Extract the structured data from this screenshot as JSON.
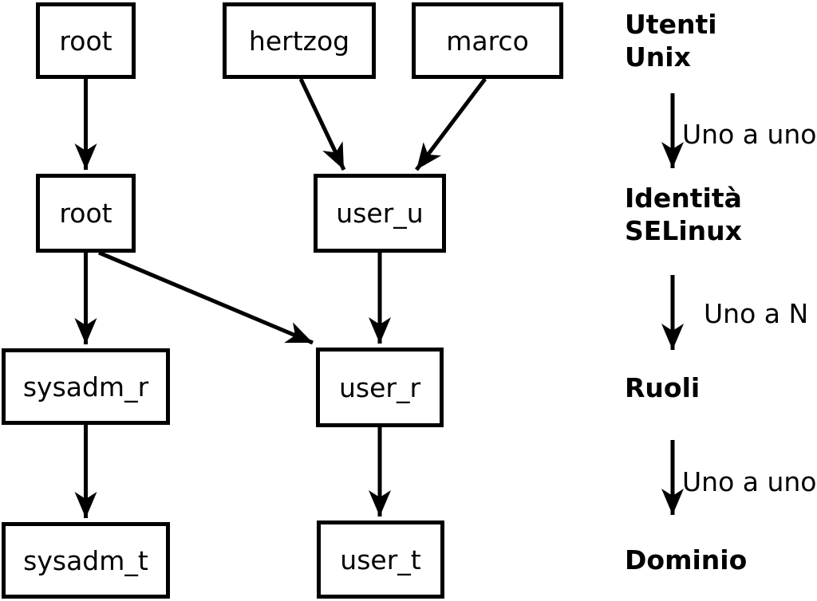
{
  "nodes": {
    "root_unix": "root",
    "hertzog": "hertzog",
    "marco": "marco",
    "root_selinux": "root",
    "user_u": "user_u",
    "sysadm_r": "sysadm_r",
    "user_r": "user_r",
    "sysadm_t": "sysadm_t",
    "user_t": "user_t"
  },
  "legend": {
    "level1_line1": "Utenti",
    "level1_line2": "Unix",
    "relation1": "Uno a uno",
    "level2_line1": "Identità",
    "level2_line2": "SELinux",
    "relation2": "Uno a N",
    "level3": "Ruoli",
    "relation3": "Uno a uno",
    "level4": "Dominio"
  },
  "edges": [
    {
      "from": "root_unix",
      "to": "root_selinux"
    },
    {
      "from": "hertzog",
      "to": "user_u"
    },
    {
      "from": "marco",
      "to": "user_u"
    },
    {
      "from": "root_selinux",
      "to": "sysadm_r"
    },
    {
      "from": "root_selinux",
      "to": "user_r"
    },
    {
      "from": "user_u",
      "to": "user_r"
    },
    {
      "from": "sysadm_r",
      "to": "sysadm_t"
    },
    {
      "from": "user_r",
      "to": "user_t"
    }
  ],
  "colors": {
    "foreground": "#000000",
    "background": "#ffffff"
  }
}
